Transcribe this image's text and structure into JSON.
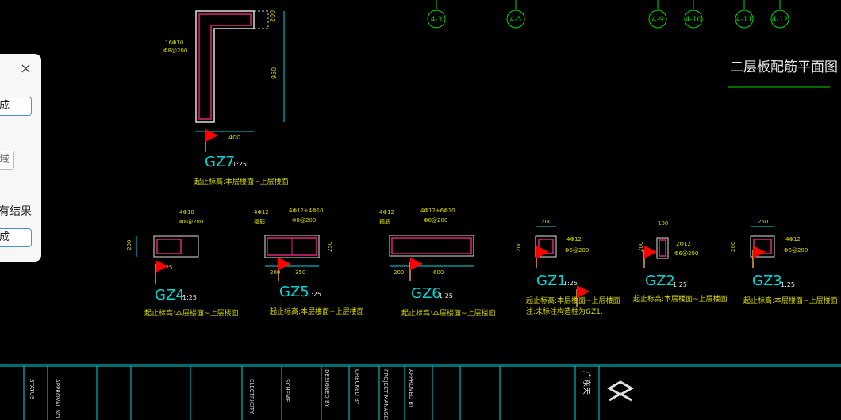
{
  "drawing": {
    "title": "二层板配筋平面图",
    "grid_bubbles": [
      "4-3",
      "4-5",
      "4-9",
      "4-10",
      "4-11",
      "4-12"
    ],
    "columns": [
      {
        "name": "GZ7",
        "scale": "1:25",
        "note": "起止标高:本层楼面~上层楼面",
        "dims": [
          "400",
          "200",
          "950"
        ],
        "rebar": [
          "16Φ10",
          "Φ8@200"
        ]
      },
      {
        "name": "GZ4",
        "scale": "1:25",
        "note": "起止标高:本层楼面~上层楼面",
        "dims": [
          "200",
          "225"
        ],
        "rebar": [
          "4Φ10",
          "Φ8@200"
        ]
      },
      {
        "name": "GZ5",
        "scale": "1:25",
        "note": "起止标高:本层楼面~上层楼面",
        "dims": [
          "200",
          "350",
          "250"
        ],
        "rebar": [
          "4Φ12",
          "箍筋",
          "4Φ12+4Φ10",
          "Φ8@200"
        ]
      },
      {
        "name": "GZ6",
        "scale": "1:25",
        "note": "起止标高:本层楼面~上层楼面",
        "dims": [
          "200",
          "600"
        ],
        "rebar": [
          "4Φ12",
          "箍筋",
          "4Φ12+6Φ10",
          "Φ8@200"
        ]
      },
      {
        "name": "GZ1",
        "scale": "1:25",
        "note": "起止标高:本层楼面~上层楼面",
        "note2": "注:未标注构造柱为GZ1.",
        "dims": [
          "200",
          "200"
        ],
        "rebar": [
          "4Φ12",
          "Φ6@200"
        ]
      },
      {
        "name": "GZ2",
        "scale": "1:25",
        "note": "起止标高:本层楼面~上层楼面",
        "dims": [
          "100",
          "200"
        ],
        "rebar": [
          "2Φ12",
          "Φ6@200"
        ]
      },
      {
        "name": "GZ3",
        "scale": "1:25",
        "note": "起止标高:本层楼面~上层楼面",
        "dims": [
          "250",
          "200"
        ],
        "rebar": [
          "4Φ12",
          "Φ6@200"
        ]
      }
    ],
    "title_block": {
      "cells": [
        "STATUS",
        "APPROVAL NO.",
        "ELECTRICITY",
        "SCHEME",
        "DESIGNED BY",
        "CHECKED BY",
        "PROJECT MANAGER",
        "APPROVED BY",
        "广东天"
      ]
    }
  },
  "dialog": {
    "close_label": "×",
    "field1": "成",
    "button_region": "域",
    "result_label": "有结果",
    "field2": "成"
  },
  "colors": {
    "background": "#000000",
    "line": "#00d8d8",
    "text": "#d8d800",
    "rebar": "#e0267a",
    "flag": "#ff0000"
  }
}
